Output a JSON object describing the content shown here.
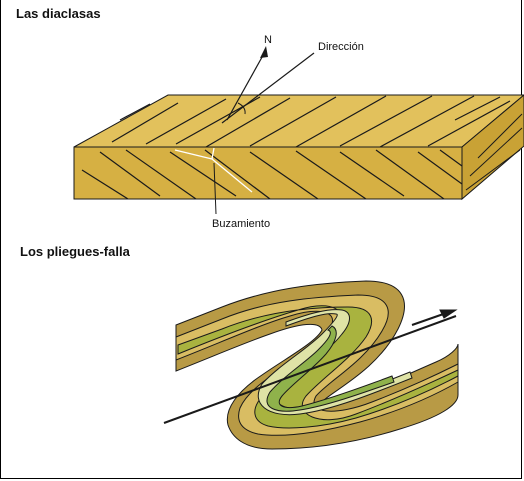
{
  "figure": {
    "section_1": {
      "title": "Las diaclasas",
      "labels": {
        "north": "N",
        "strike": "Dirección",
        "dip": "Buzamiento"
      },
      "colors": {
        "block_top": "#e2c15c",
        "block_front": "#d6b043",
        "block_side": "#c9a235",
        "lines": "#1a1a1a"
      }
    },
    "section_2": {
      "title": "Los pliegues-falla",
      "colors": {
        "outer_layer": "#b89a45",
        "tan_layer": "#d9bd63",
        "olive_layer": "#a9b33f",
        "light_layer": "#dfe3a6",
        "green_layer": "#8fb24b",
        "outline": "#1a1a1a"
      }
    }
  }
}
